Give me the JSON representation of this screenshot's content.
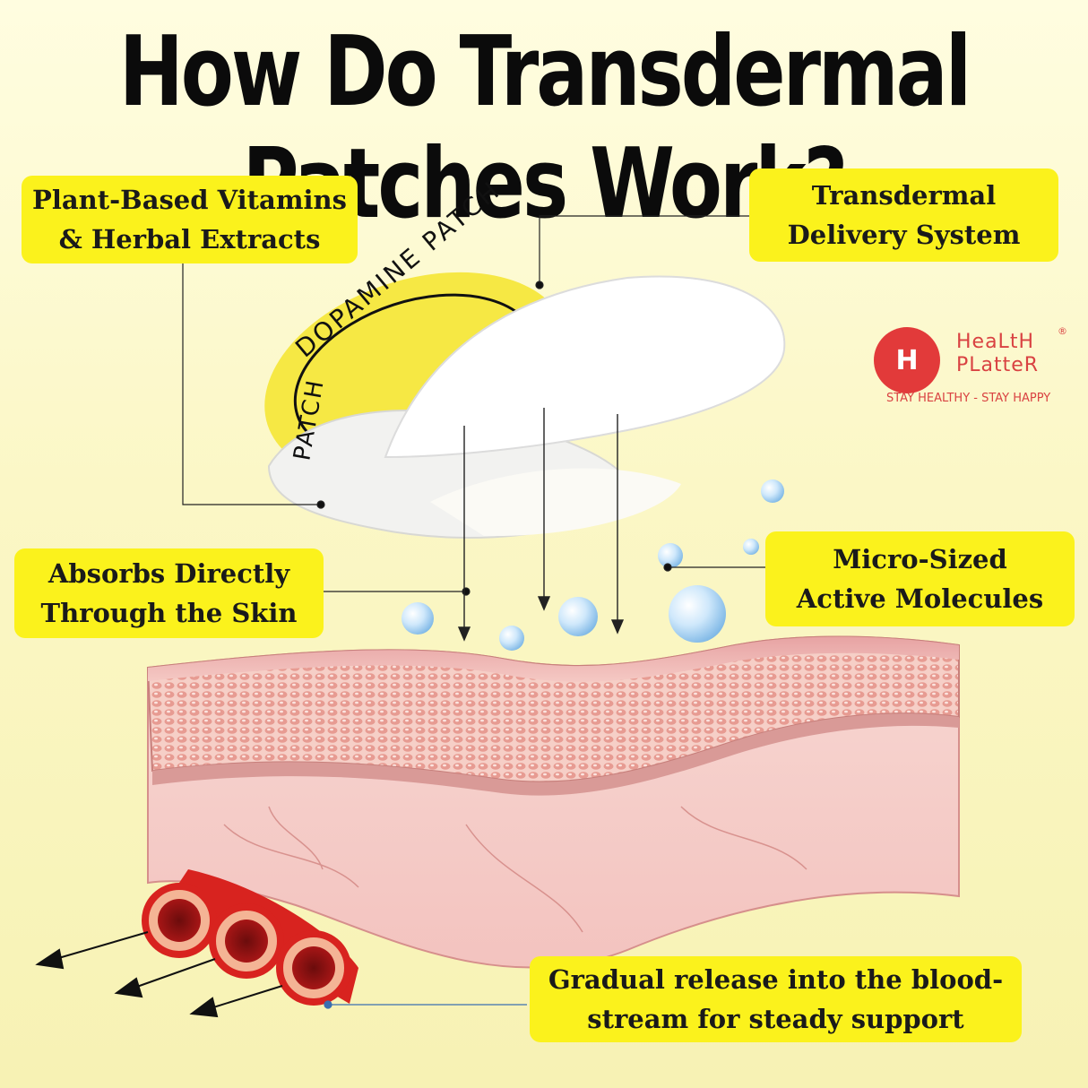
{
  "title": "How Do Transdermal Patches Work?",
  "labels": {
    "plant_based": "Plant-Based Vitamins\n& Herbal Extracts",
    "delivery_system": "Transdermal\nDelivery System",
    "absorbs": "Absorbs Directly\nThrough the Skin",
    "micro_sized": "Micro-Sized\nActive Molecules",
    "gradual_release": "Gradual release into the blood-\nstream for steady support"
  },
  "patch": {
    "text": "DOPAMINE PATCH",
    "side_text": "PATCH"
  },
  "brand": {
    "mark": "H",
    "name_line1": "HeaLtH",
    "name_line2": "PLatteR",
    "registered": "®",
    "tagline": "STAY HEALTHY - STAY HAPPY"
  },
  "colors": {
    "label_yellow": "#fbf21c",
    "brand_red": "#e23a3a",
    "skin_pink": "#f2b8b5",
    "vessel_red": "#d8231f",
    "leader_line": "#222222"
  }
}
